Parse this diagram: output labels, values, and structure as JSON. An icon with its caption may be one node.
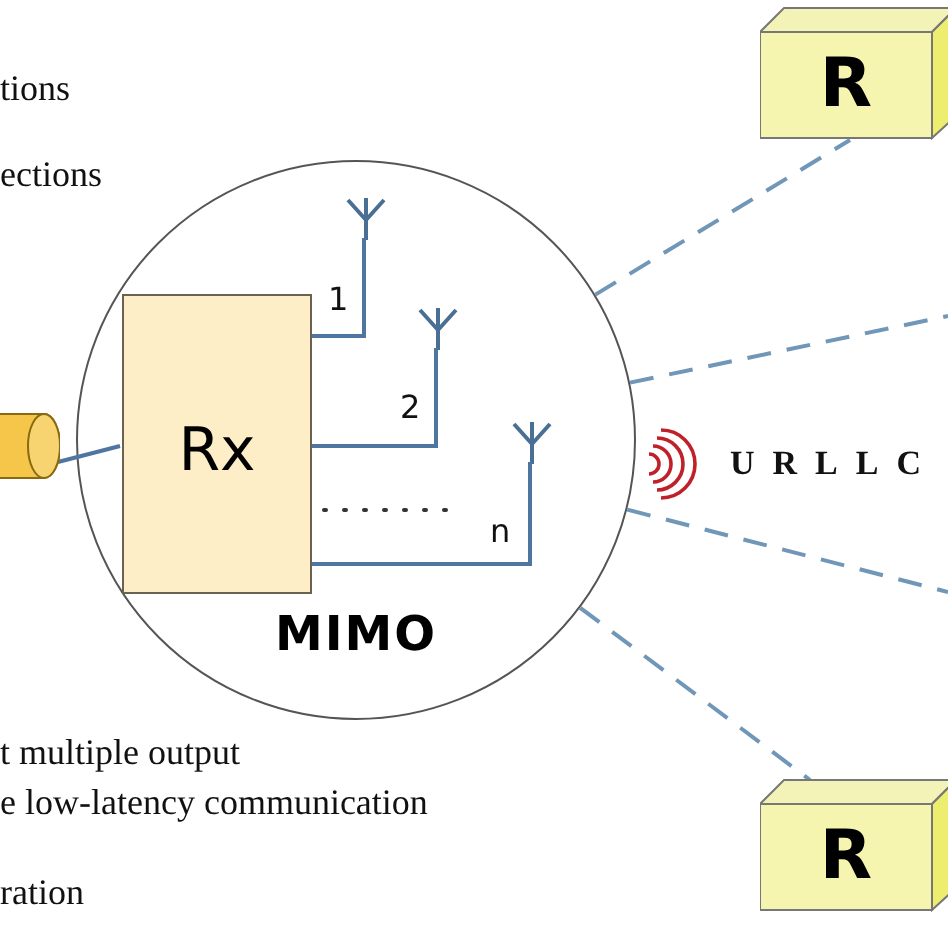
{
  "diagram": {
    "nodes": [
      {
        "text": [
          "MIMO"
        ]
      },
      {
        "text": [
          "Rx"
        ],
        "in": 0
      },
      {
        "text": [],
        "shape": "cylinder"
      },
      {
        "text": [],
        "shape": "antenna",
        "in": 0
      },
      {
        "text": [],
        "shape": "antenna",
        "in": 0
      },
      {
        "text": [],
        "shape": "antenna",
        "in": 0
      },
      {
        "text": [
          "R"
        ]
      },
      {
        "text": [
          "R"
        ]
      }
    ],
    "edges": [
      {
        "from": 2,
        "to": 1,
        "arrow": "none"
      },
      {
        "from": 1,
        "to": 3,
        "label": "1",
        "arrow": "none"
      },
      {
        "from": 1,
        "to": 4,
        "label": "2",
        "arrow": "none"
      },
      {
        "from": 1,
        "to": 5,
        "label": "n",
        "arrow": "none"
      },
      {
        "from": 0,
        "to": 6,
        "arrow": "none",
        "style": "dashed"
      },
      {
        "from": 0,
        "to": null,
        "arrow": "none",
        "style": "dashed"
      },
      {
        "from": 0,
        "to": null,
        "arrow": "none",
        "style": "dashed"
      },
      {
        "from": 0,
        "to": 7,
        "arrow": "none",
        "style": "dashed"
      }
    ],
    "labels": [
      "tions",
      "ections",
      "URLLC",
      "t multiple output",
      "e low-latency communication",
      "ration"
    ]
  }
}
